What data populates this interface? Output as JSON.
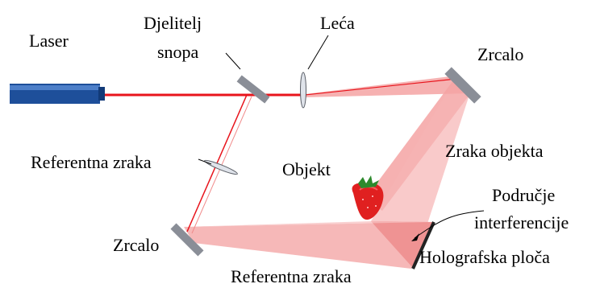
{
  "labels": {
    "laser": "Laser",
    "beam_splitter_line1": "Djelitelj",
    "beam_splitter_line2": "snopa",
    "lens": "Leća",
    "mirror_top": "Zrcalo",
    "reference_beam_upper": "Referentna zraka",
    "object_beam": "Zraka objekta",
    "object": "Objekt",
    "interference_line1": "Područje",
    "interference_line2": "interferencije",
    "mirror_bottom": "Zrcalo",
    "reference_beam_lower": "Referentna zraka",
    "holographic_plate": "Holografska ploča"
  },
  "colors": {
    "beam": "#e8141c",
    "beam_fill": "#f5a3a3",
    "beam_fill_dark": "#ef8f8f",
    "laser_body": "#1e4f9a",
    "mirror": "#8a8e97",
    "object": "#e02020",
    "leaf": "#2d8a2d"
  },
  "icons": {
    "object": "strawberry-icon"
  }
}
